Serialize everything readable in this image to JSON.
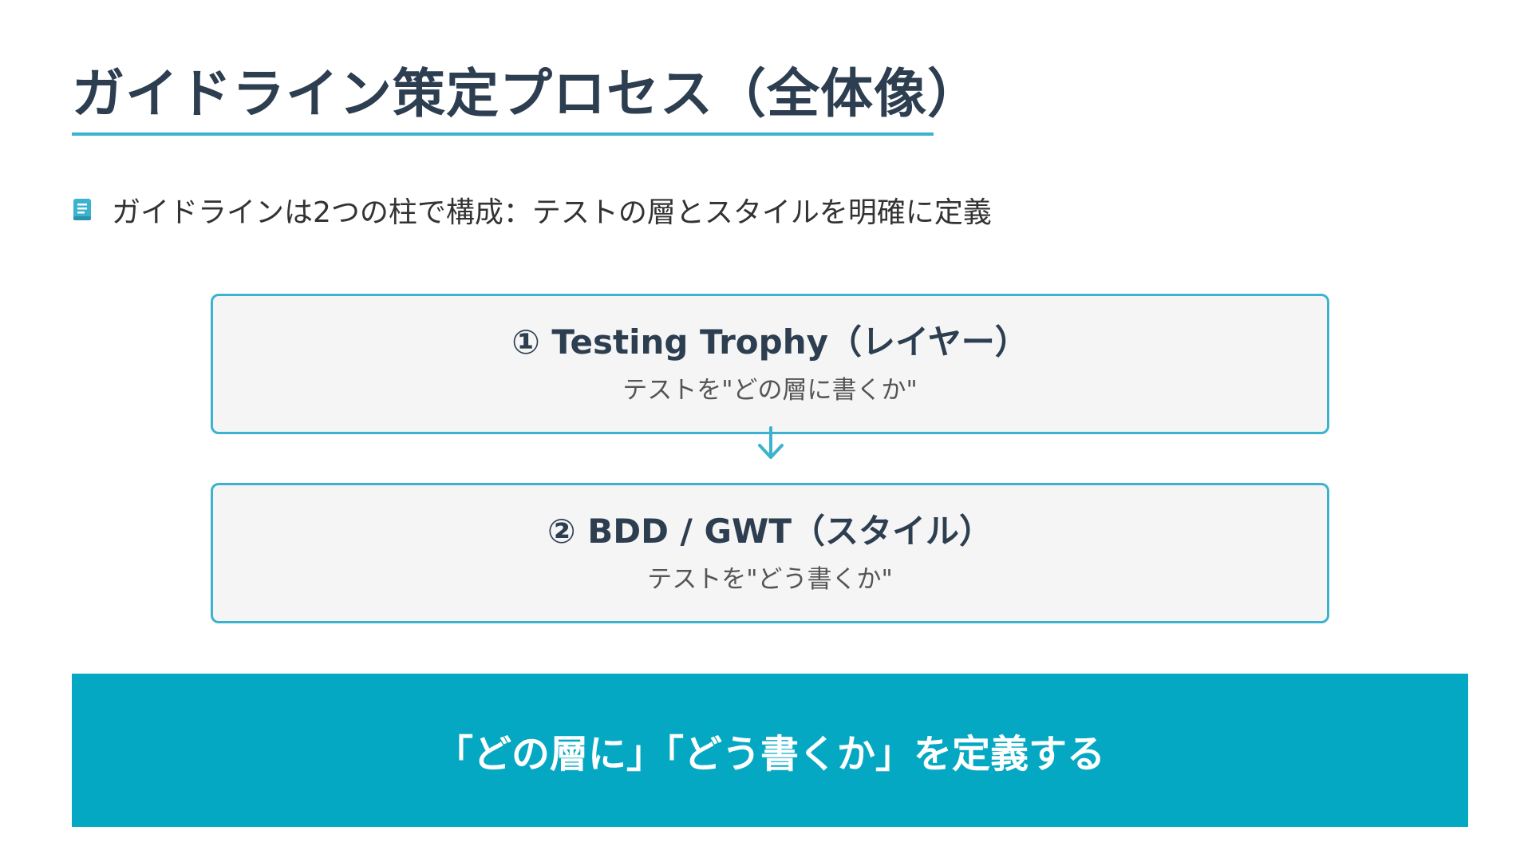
{
  "page": {
    "title": "ガイドライン策定プロセス（全体像）"
  },
  "bullet": {
    "icon": "book-icon",
    "text": "ガイドラインは2つの柱で構成：テストの層とスタイルを明確に定義"
  },
  "steps": [
    {
      "title": "① Testing Trophy（レイヤー）",
      "subtitle": "テストを\"どの層に書くか\""
    },
    {
      "title": "② BDD / GWT（スタイル）",
      "subtitle": "テストを\"どう書くか\""
    }
  ],
  "connector": {
    "icon": "arrow-down-icon"
  },
  "banner": {
    "text": "「どの層に」「どう書くか」を定義する"
  },
  "colors": {
    "accent": "#3bb3cf",
    "banner_bg": "#04a8c2",
    "title_text": "#2c3e50",
    "box_bg": "#f5f5f5"
  }
}
